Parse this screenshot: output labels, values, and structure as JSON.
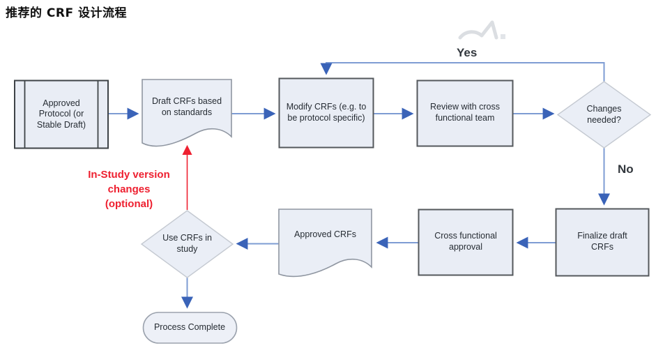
{
  "title": "推荐的 CRF 设计流程",
  "nodes": {
    "approved_protocol": {
      "label": "Approved Protocol (or Stable Draft)",
      "shape": "predefined-process"
    },
    "draft_crfs": {
      "label": "Draft CRFs based on standards",
      "shape": "document"
    },
    "modify_crfs": {
      "label": "Modify CRFs (e.g. to be protocol specific)",
      "shape": "process"
    },
    "review_team": {
      "label": "Review with cross functional team",
      "shape": "process"
    },
    "changes_needed": {
      "label": "Changes needed?",
      "shape": "decision"
    },
    "finalize_crfs": {
      "label": "Finalize draft CRFs",
      "shape": "process"
    },
    "cross_approval": {
      "label": "Cross functional approval",
      "shape": "process"
    },
    "approved_crfs": {
      "label": "Approved CRFs",
      "shape": "document"
    },
    "use_crfs": {
      "label": "Use CRFs in study",
      "shape": "decision"
    },
    "process_complete": {
      "label": "Process Complete",
      "shape": "terminator"
    }
  },
  "edges": {
    "yes_label": "Yes",
    "no_label": "No"
  },
  "annotation": {
    "line1": "In-Study version",
    "line2": "changes",
    "line3": "(optional)"
  },
  "colors": {
    "node_fill": "#e9edf5",
    "process_border": "#54585c",
    "predefined_border": "#3e4347",
    "document_border": "#8f96a1",
    "decision_border": "#c4c9d1",
    "terminator_border": "#9ba2ad",
    "connector_blue": "#7e9cd3",
    "arrowhead_blue": "#3a63b8",
    "annotation_red": "#ee2030",
    "title_black": "#111111"
  }
}
